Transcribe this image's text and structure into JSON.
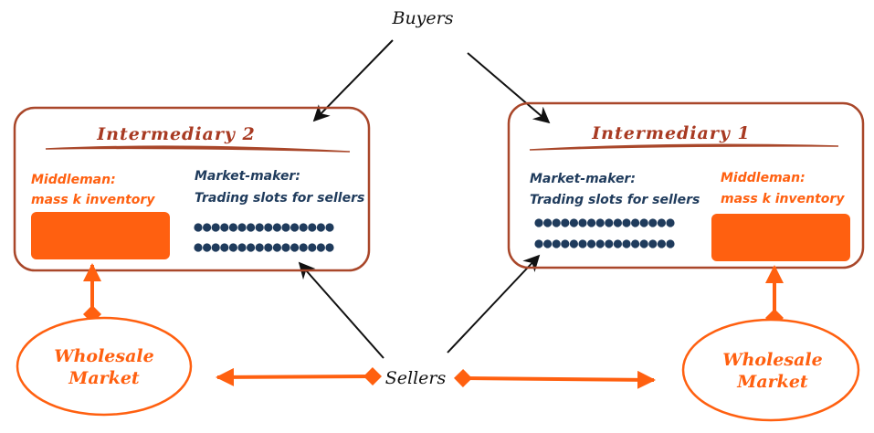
{
  "labels": {
    "buyers": "Buyers",
    "sellers": "Sellers"
  },
  "intermediary2": {
    "title": "Intermediary 2",
    "middleman_line1": "Middleman:",
    "middleman_line2": "mass k inventory",
    "marketmaker_line1": "Market-maker:",
    "marketmaker_line2": "Trading slots for sellers"
  },
  "intermediary1": {
    "title": "Intermediary 1",
    "marketmaker_line1": "Market-maker:",
    "marketmaker_line2": "Trading slots for sellers",
    "middleman_line1": "Middleman:",
    "middleman_line2": "mass k inventory"
  },
  "wholesale_left": {
    "line1": "Wholesale",
    "line2": "Market"
  },
  "wholesale_right": {
    "line1": "Wholesale",
    "line2": "Market"
  },
  "colors": {
    "box_border": "#a9472a",
    "title": "#a83a22",
    "orange": "#ff6010",
    "navy": "#1f3b5c",
    "black": "#111111"
  }
}
